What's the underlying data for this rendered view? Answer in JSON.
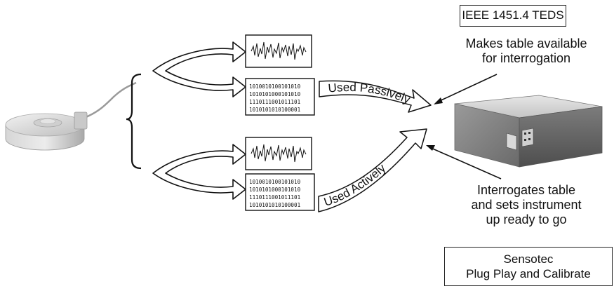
{
  "teds_box": {
    "label": "IEEE 1451.4 TEDS"
  },
  "teds_caption": {
    "lines": [
      "Makes table available",
      "for interrogation"
    ]
  },
  "interrogate_caption": {
    "lines": [
      "Interrogates table",
      "and sets instrument",
      "up ready to go"
    ]
  },
  "sensotec_box": {
    "lines": [
      "Sensotec",
      "Plug Play and Calibrate"
    ]
  },
  "paths": {
    "passive": {
      "label": "Used Passively"
    },
    "active": {
      "label": "Used Actively"
    }
  },
  "binary_block": {
    "rows": [
      "1010010100101010",
      "1010101000101010",
      "1110111001011101",
      "1010101010100001"
    ]
  },
  "images": {
    "sensor": "load-cell-sensor",
    "instrument": "gray-instrument-box",
    "waveform": "analog-waveform-signal"
  }
}
